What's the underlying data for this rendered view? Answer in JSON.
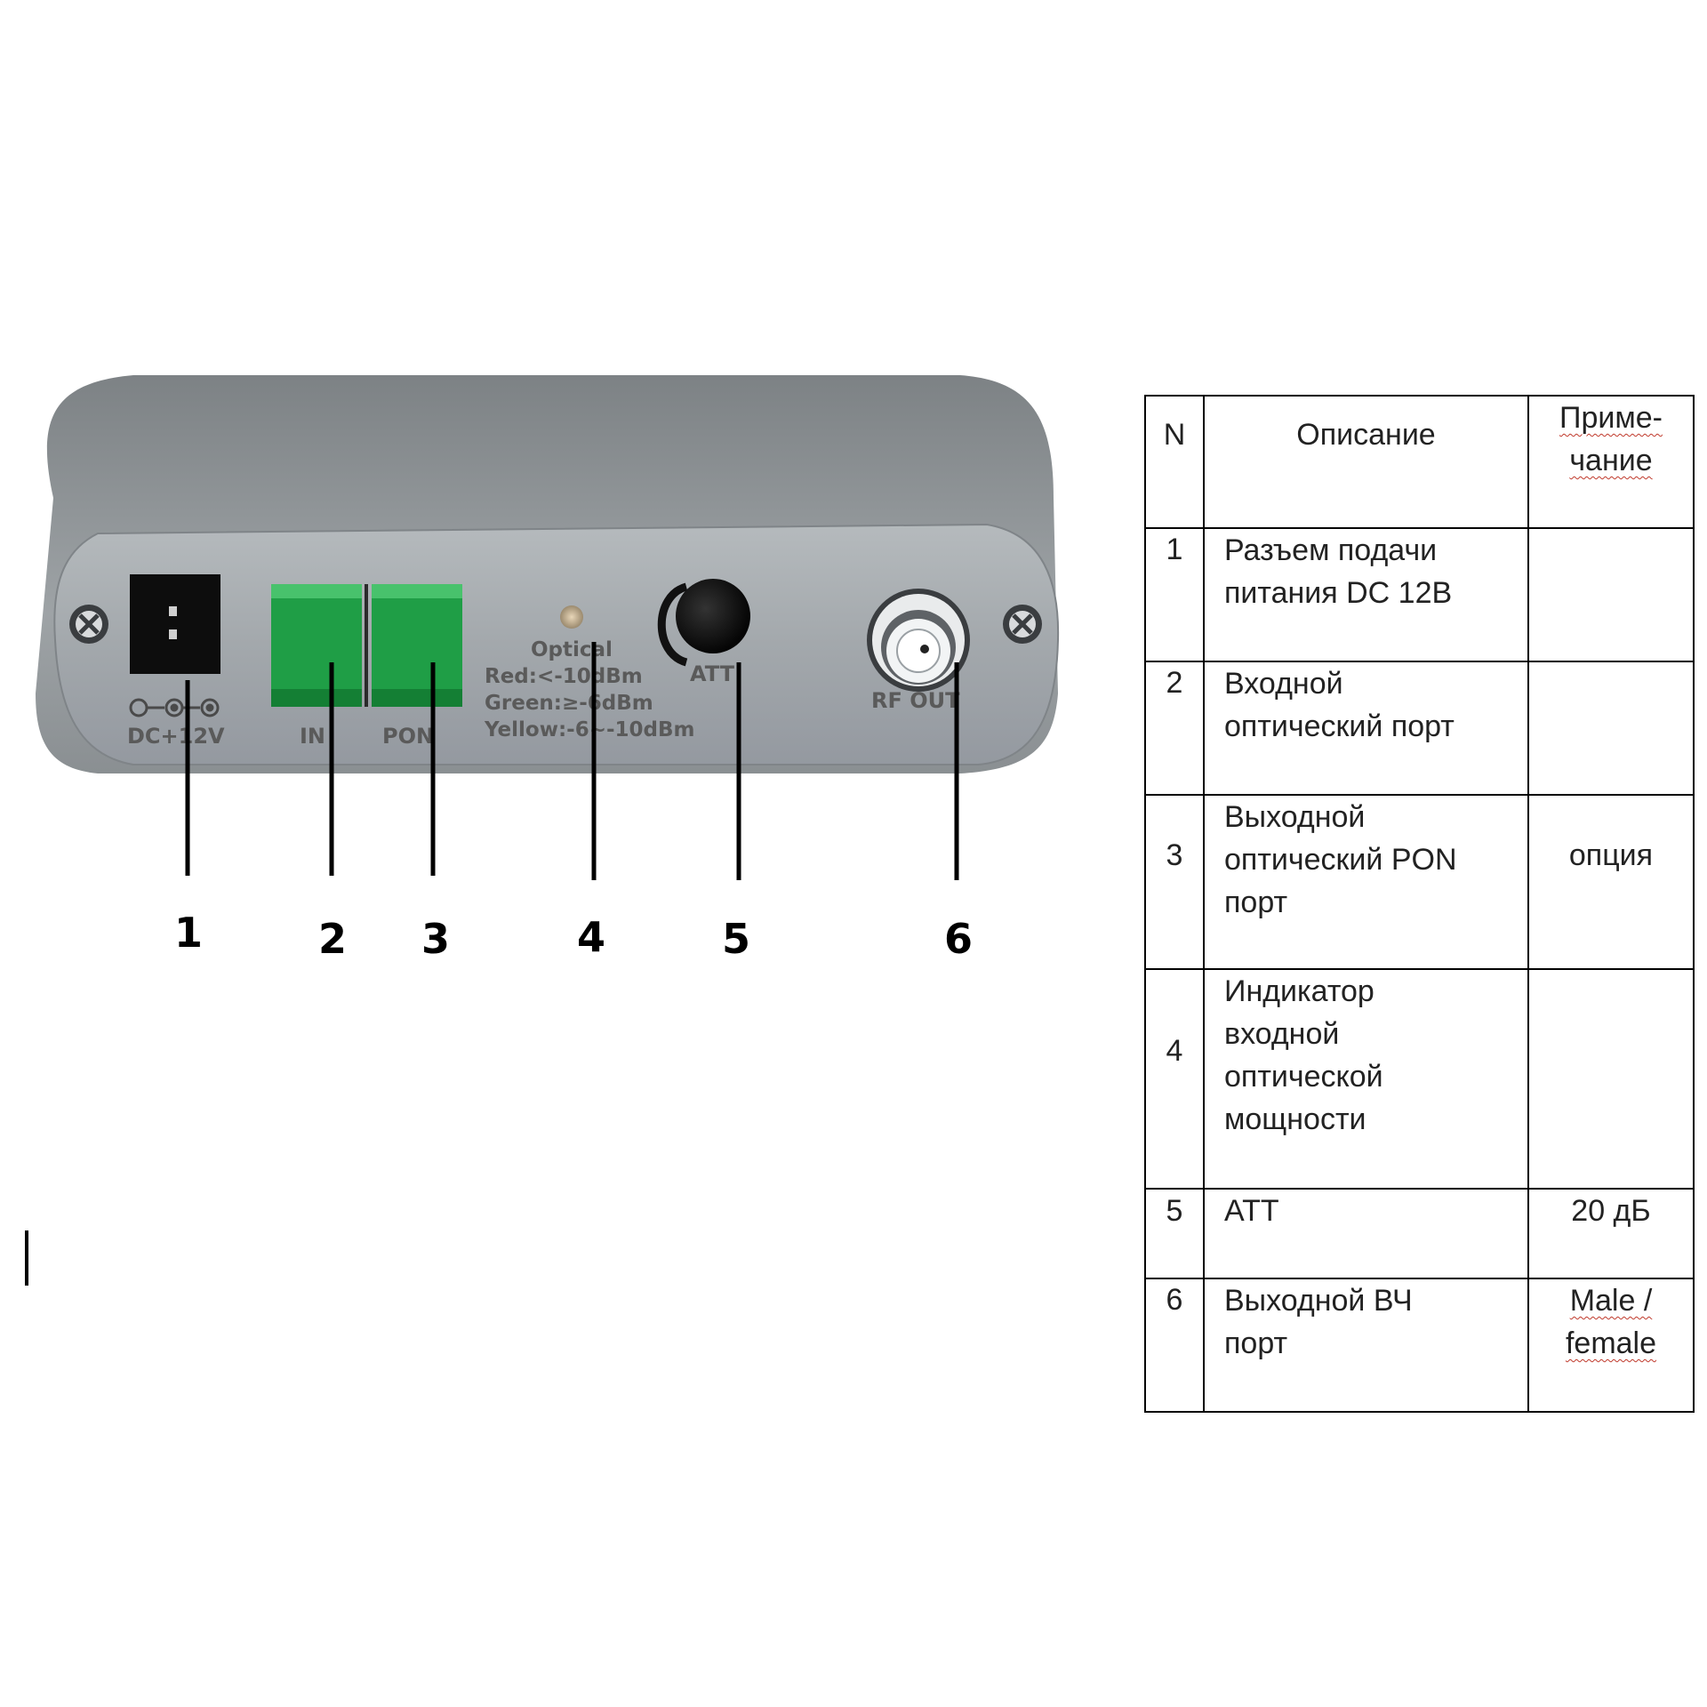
{
  "device": {
    "power_label": "DC+12V",
    "port_in_label": "IN",
    "port_pon_label": "PON",
    "indicator_title": "Optical",
    "indicator_red": "Red:<-10dBm",
    "indicator_green": "Green:≥-6dBm",
    "indicator_yellow": "Yellow:-6~-10dBm",
    "att_label": "ATT",
    "rf_label": "RF OUT",
    "colors": {
      "housing": "#8e9397",
      "panel": "#a4a9ad",
      "port_green": "#21a34a"
    }
  },
  "callouts": [
    "1",
    "2",
    "3",
    "4",
    "5",
    "6"
  ],
  "table": {
    "headers": {
      "n": "N",
      "desc": "Описание",
      "note_line1": "Приме-",
      "note_line2": "чание"
    },
    "rows": [
      {
        "n": "1",
        "desc": [
          "Разъем подачи",
          "питания DC 12В"
        ],
        "note": []
      },
      {
        "n": "2",
        "desc": [
          "Входной",
          "оптический порт"
        ],
        "note": []
      },
      {
        "n": "3",
        "desc": [
          "Выходной",
          "оптический PON",
          "порт"
        ],
        "note": [
          "опция"
        ]
      },
      {
        "n": "4",
        "desc": [
          "Индикатор",
          "входной",
          "оптической",
          "мощности"
        ],
        "note": []
      },
      {
        "n": "5",
        "desc": [
          "ATT"
        ],
        "note": [
          "20 дБ"
        ]
      },
      {
        "n": "6",
        "desc": [
          "Выходной ВЧ",
          "порт"
        ],
        "note": [
          "Male /",
          "female"
        ]
      }
    ]
  }
}
